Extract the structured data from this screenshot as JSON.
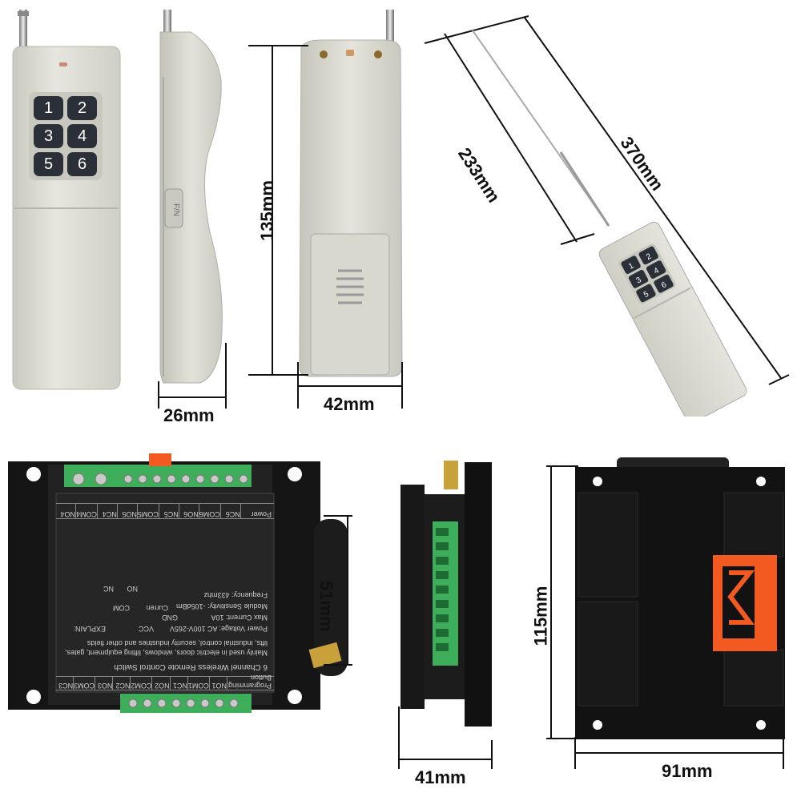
{
  "remote": {
    "buttons": [
      "1",
      "2",
      "3",
      "4",
      "5",
      "6"
    ],
    "switch_label": "F/N"
  },
  "dimensions": {
    "thickness": "26mm",
    "height": "135mm",
    "width": "42mm",
    "antenna_retracted": "233mm",
    "antenna_extended": "370mm",
    "receiver_module_height": "51mm",
    "receiver_depth": "41mm",
    "receiver_height": "115mm",
    "receiver_width": "91mm"
  },
  "receiver": {
    "top_terminals": [
      "Power",
      "NC6",
      "COM6",
      "NO6",
      "NC5",
      "COM5",
      "NO5",
      "NC4",
      "COM4",
      "NO4"
    ],
    "bottom_terminals": [
      "Programming Button",
      "NO1",
      "COM1",
      "NC1",
      "NO2",
      "COM2",
      "NC2",
      "NO3",
      "COM3",
      "NC3"
    ],
    "title": "6 Channel Wireless Remote Control Switch",
    "usage_line1": "Mainly used in electric doors, windows, lifting equipment, gates,",
    "usage_line2": "lifts, industrial control, security industries and other fields",
    "power_voltage": "Power Voltage: AC 100V-265V",
    "max_current": "Max Current: 10A",
    "sensitivity": "Module Sensitivity: -105dBm",
    "frequency": "Frequency: 433mhz",
    "explain": "EXPLAIN:",
    "diagram_no": "NO",
    "diagram_nc": "NC",
    "diagram_com": "COM",
    "diagram_vcc": "VCC",
    "diagram_gnd": "GND",
    "diagram_current": "Curren"
  },
  "colors": {
    "remote_body": "#dcdcd3",
    "button": "#2b3038",
    "receiver_body": "#1b1b1b",
    "terminal_green": "#3fae5a",
    "release_orange": "#f25a22"
  }
}
